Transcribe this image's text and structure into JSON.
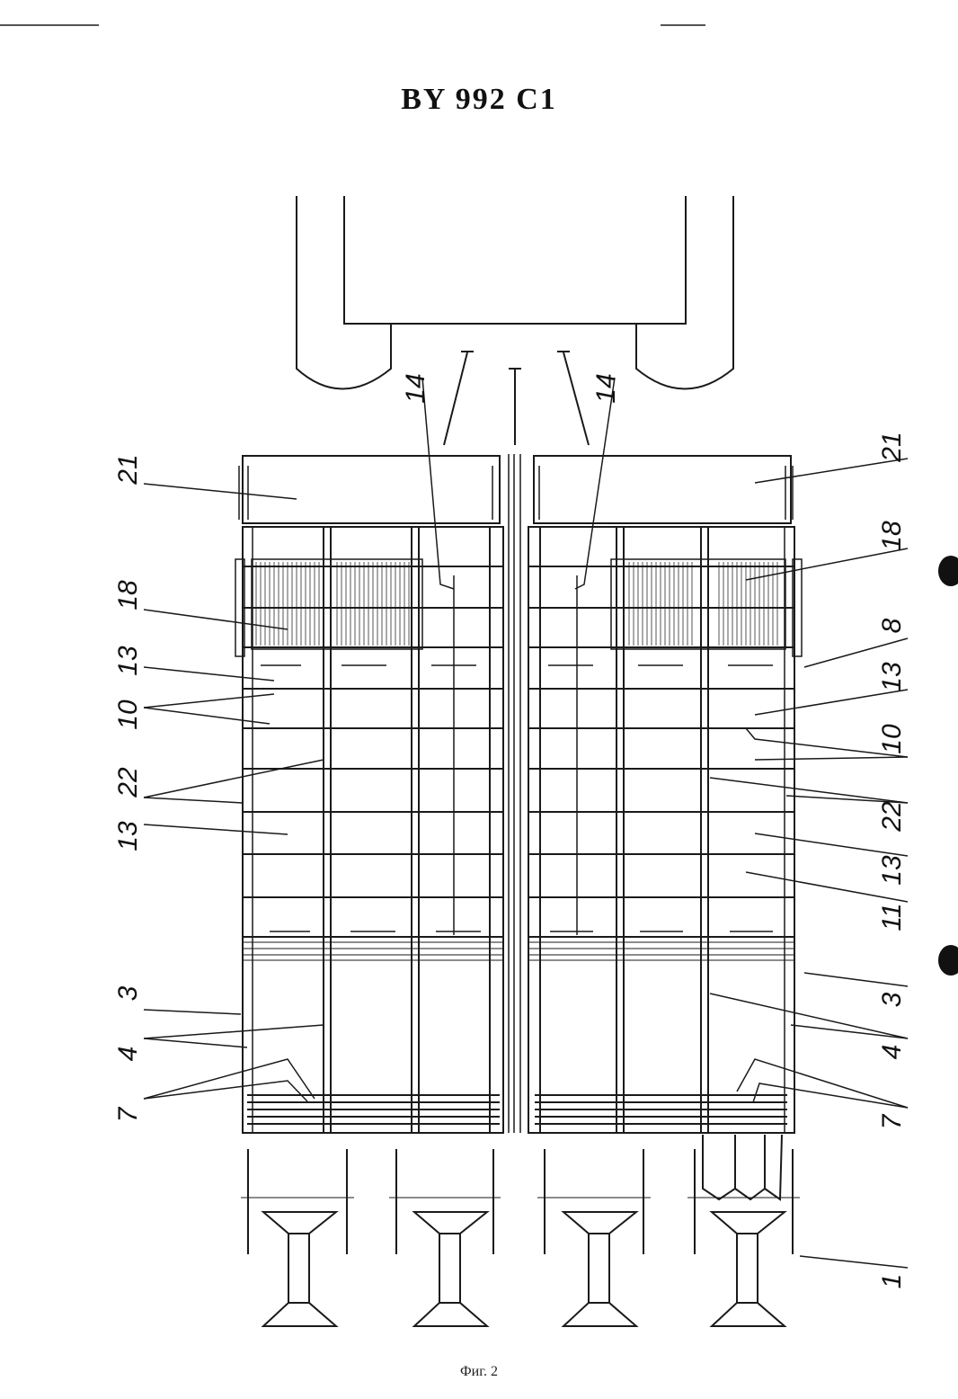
{
  "document": {
    "title": "BY 992 C1",
    "caption": "Фиг. 2"
  },
  "diagram": {
    "reference_numerals": {
      "left": [
        "21",
        "18",
        "13",
        "10",
        "22",
        "13",
        "3",
        "4",
        "7"
      ],
      "right": [
        "21",
        "18",
        "8",
        "13",
        "10",
        "22",
        "13",
        "11",
        "3",
        "4",
        "7",
        "1"
      ],
      "top": [
        "14",
        "14"
      ]
    }
  }
}
